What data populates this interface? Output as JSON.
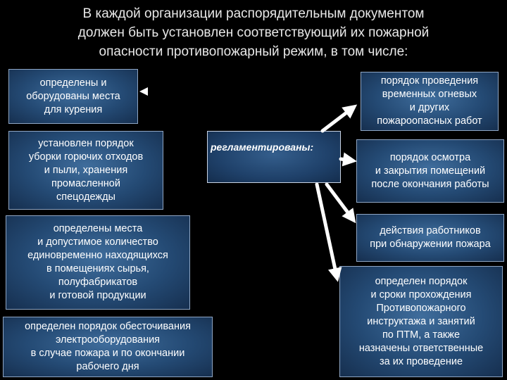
{
  "title": {
    "line1": "В каждой организации распорядительным документом",
    "line2": "должен быть установлен соответствующий их пожарной",
    "line3": "опасности противопожарный режим, в том числе:"
  },
  "center": {
    "label": "регламентированы:"
  },
  "left_boxes": [
    {
      "lines": [
        "определены и",
        "оборудованы места",
        "для курения"
      ]
    },
    {
      "lines": [
        "установлен порядок",
        "уборки горючих отходов",
        "и пыли, хранения",
        "промасленной",
        "спецодежды"
      ]
    },
    {
      "lines": [
        "определены места",
        "и допустимое количество",
        "единовременно находящихся",
        "в помещениях сырья,",
        "полуфабрикатов",
        "и готовой продукции"
      ]
    },
    {
      "lines": [
        "определен порядок обесточивания",
        "электрооборудования",
        "в случае пожара и по окончании",
        "рабочего дня"
      ]
    }
  ],
  "right_boxes": [
    {
      "lines": [
        "порядок проведения",
        "временных огневых",
        "и других",
        "пожароопасных работ"
      ]
    },
    {
      "lines": [
        "порядок осмотра",
        "и закрытия помещений",
        "после окончания работы"
      ]
    },
    {
      "lines": [
        "действия работников",
        "при обнаружении пожара"
      ]
    },
    {
      "lines": [
        "определен порядок",
        "и сроки прохождения",
        "Противопожарного",
        "инструктажа и занятий",
        "по ПТМ, а также",
        "назначены ответственные",
        "за их проведение"
      ]
    }
  ],
  "colors": {
    "background": "#000000",
    "box": "#2b5580",
    "arrow": "#ffffff"
  }
}
